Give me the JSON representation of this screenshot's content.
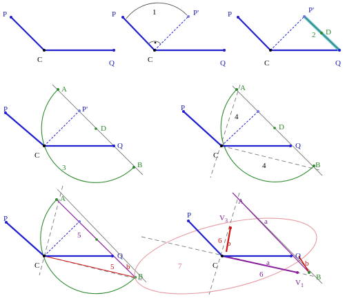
{
  "labels": {
    "P": "P",
    "Q": "Q",
    "C": "C",
    "P_prime": "P'",
    "A": "A",
    "B": "B",
    "D": "D",
    "step1": "1",
    "step2": "2",
    "step3": "3",
    "step4": "4",
    "step5": "5",
    "step6": "6",
    "step7": "7",
    "a": "a",
    "b": "b",
    "V1": "V",
    "V1_sub": "1",
    "V3": "V",
    "V3_sub": "3"
  },
  "colors": {
    "blue": "#1f1fd0",
    "green": "#2d8a2d",
    "purple": "#8a1d9c",
    "red": "#cc1111",
    "pink": "#e89aa2",
    "gray": "#777777",
    "cyan": "#59b9c9",
    "black": "#000000"
  }
}
